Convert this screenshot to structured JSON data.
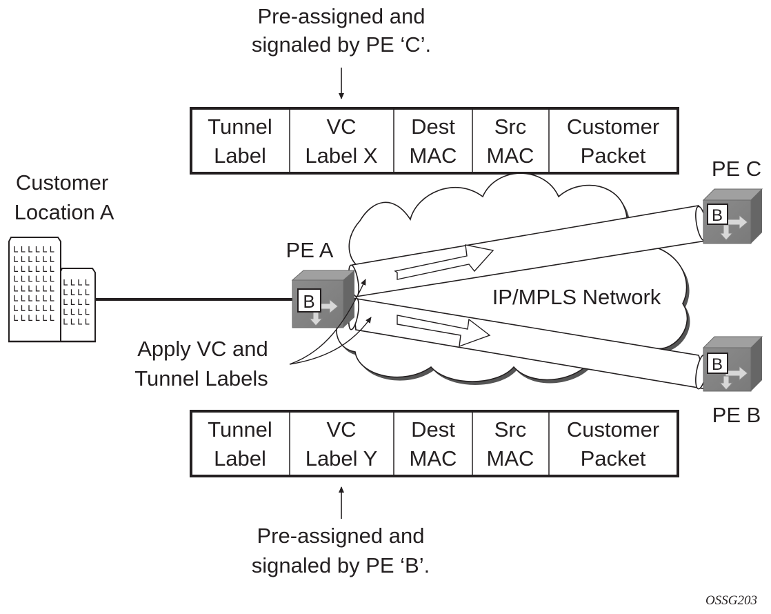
{
  "diagram": {
    "top_annotation": [
      "Pre-assigned and",
      "signaled by PE ‘C’."
    ],
    "bottom_annotation": [
      "Pre-assigned and",
      "signaled by PE ‘B’."
    ],
    "top_packet": {
      "fields": [
        [
          "Tunnel",
          "Label"
        ],
        [
          "VC",
          "Label X"
        ],
        [
          "Dest",
          "MAC"
        ],
        [
          "Src",
          "MAC"
        ],
        [
          "Customer",
          "Packet"
        ]
      ]
    },
    "bottom_packet": {
      "fields": [
        [
          "Tunnel",
          "Label"
        ],
        [
          "VC",
          "Label Y"
        ],
        [
          "Dest",
          "MAC"
        ],
        [
          "Src",
          "MAC"
        ],
        [
          "Customer",
          "Packet"
        ]
      ]
    },
    "customer_location": [
      "Customer",
      "Location A"
    ],
    "pe_a": "PE A",
    "pe_b": "PE B",
    "pe_c": "PE C",
    "router_badge": "B",
    "network_label": "IP/MPLS Network",
    "apply_labels": [
      "Apply VC and",
      "Tunnel Labels"
    ],
    "figure_id": "OSSG203",
    "icons": {
      "building": "building-icon",
      "router": "router-cube-icon",
      "cloud": "cloud-icon",
      "tunnel": "tunnel-pipe-icon"
    }
  }
}
